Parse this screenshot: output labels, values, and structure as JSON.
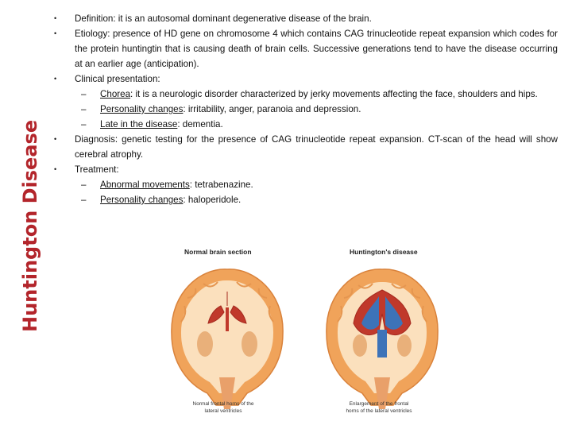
{
  "side_title": "Huntington Disease",
  "bullets": {
    "definition": "Definition: it is an autosomal dominant degenerative disease of the brain.",
    "etiology": "Etiology: presence of HD gene on chromosome 4 which contains CAG trinucleotide repeat expansion which codes for the protein huntingtin that is causing death of brain cells. Successive generations tend to have the disease occurring at an earlier age (anticipation).",
    "clinical": "Clinical presentation:",
    "diagnosis": "Diagnosis: genetic testing for the presence of CAG trinucleotide repeat expansion. CT-scan of the head will show cerebral atrophy.",
    "treatment": "Treatment:"
  },
  "clinical_items": [
    {
      "term": "Chorea",
      "text": ": it is a neurologic disorder characterized by jerky movements affecting the face, shoulders and hips."
    },
    {
      "term": "Personality changes",
      "text": ": irritability, anger, paranoia and depression."
    },
    {
      "term": "Late in the disease",
      "text": ": dementia."
    }
  ],
  "treatment_items": [
    {
      "term": "Abnormal movements",
      "text": ": tetrabenazine."
    },
    {
      "term": "Personality changes",
      "text": ": haloperidole."
    }
  ],
  "figure": {
    "left_title": "Normal brain section",
    "right_title": "Huntington's disease",
    "left_caption": "Normal frontal horns of the lateral ventricles",
    "right_caption": "Enlargement of the frontal horns of the lateral ventricles"
  },
  "colors": {
    "title_red": "#b3252b",
    "cortex_orange": "#f0a35a",
    "white_matter": "#fbe0bd",
    "ventricle_red": "#c0392b",
    "ventricle_blue": "#3d73b8"
  }
}
